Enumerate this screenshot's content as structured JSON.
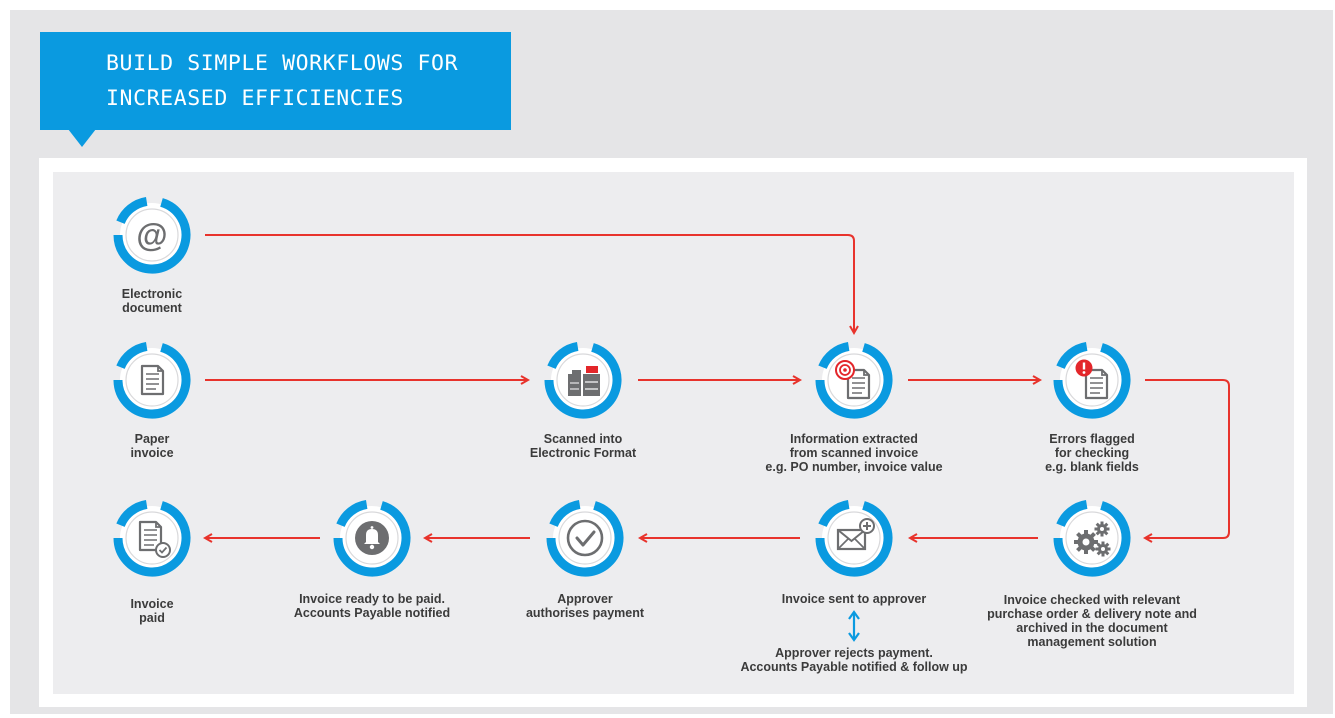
{
  "banner": {
    "line1": "BUILD SIMPLE WORKFLOWS FOR",
    "line2": "INCREASED EFFICIENCIES"
  },
  "colors": {
    "accent_blue": "#0a9ae0",
    "arrow_red": "#e8332c",
    "icon_gray": "#6d6e70",
    "alert_red": "#e3262a"
  },
  "steps": {
    "electronic_document": {
      "icon": "at-sign-icon",
      "label": "Electronic\ndocument"
    },
    "paper_invoice": {
      "icon": "paper-document-icon",
      "label": "Paper\ninvoice"
    },
    "scanned": {
      "icon": "scanner-icon",
      "label": "Scanned into\nElectronic Format"
    },
    "info_extracted": {
      "icon": "target-document-icon",
      "label": "Information extracted\nfrom scanned invoice\ne.g. PO number, invoice value"
    },
    "errors_flagged": {
      "icon": "alert-document-icon",
      "label": "Errors flagged\nfor checking\ne.g. blank fields"
    },
    "invoice_checked": {
      "icon": "gears-icon",
      "label": "Invoice checked with relevant\npurchase order & delivery note and\narchived in the document\nmanagement solution"
    },
    "sent_to_approver": {
      "icon": "envelope-plus-icon",
      "label": "Invoice sent to approver"
    },
    "approver_authorises": {
      "icon": "checkmark-icon",
      "label": "Approver\nauthorises payment"
    },
    "ready_to_pay": {
      "icon": "bell-icon",
      "label": "Invoice ready to be paid.\nAccounts Payable notified"
    },
    "invoice_paid": {
      "icon": "paid-document-icon",
      "label": "Invoice\npaid"
    }
  },
  "rejection": {
    "icon": "double-arrow-icon",
    "label": "Approver rejects payment.\nAccounts Payable notified & follow up"
  }
}
